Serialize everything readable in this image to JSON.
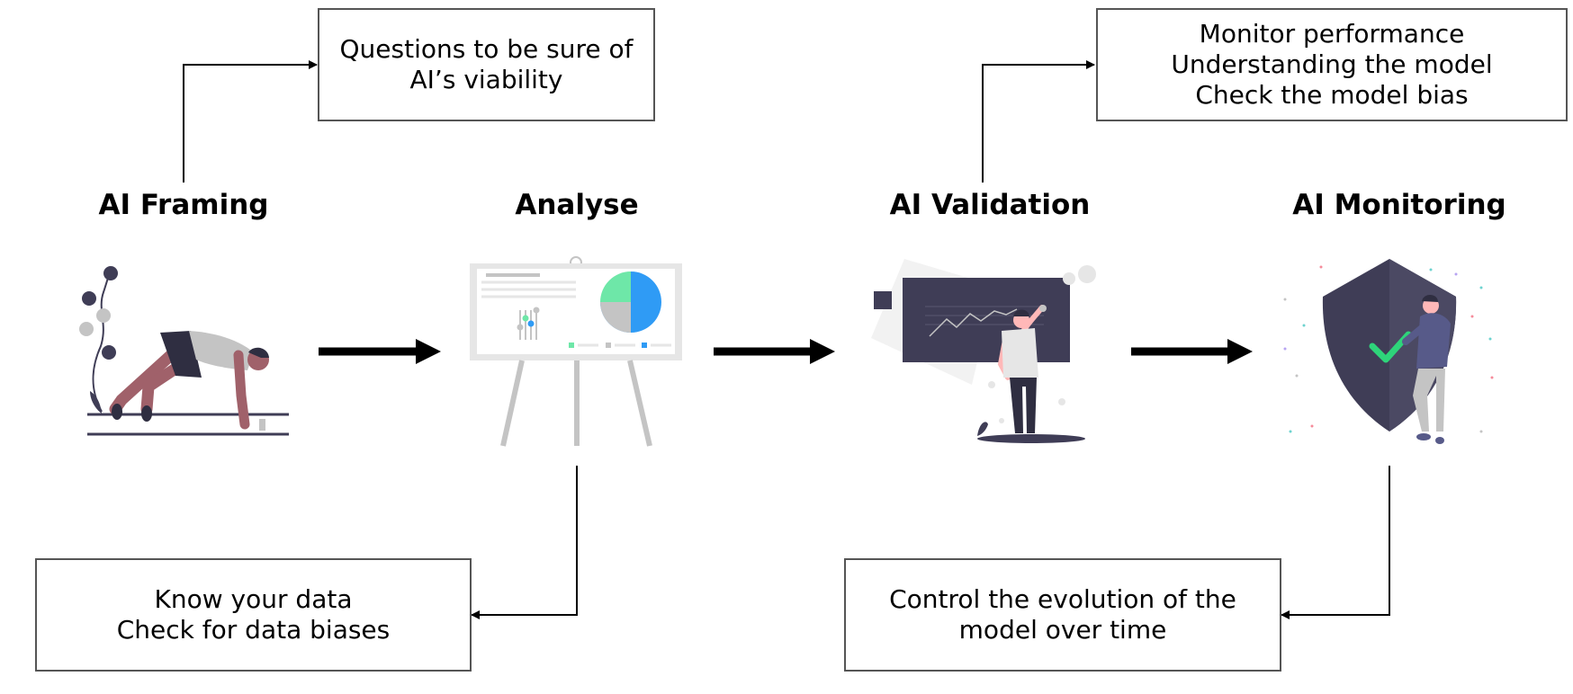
{
  "stages": [
    {
      "title": "AI Framing",
      "illustration": "person-starting-race-icon"
    },
    {
      "title": "Analyse",
      "illustration": "presentation-easel-icon"
    },
    {
      "title": "AI Validation",
      "illustration": "person-at-chalkboard-icon"
    },
    {
      "title": "AI Monitoring",
      "illustration": "security-shield-icon"
    }
  ],
  "notes": {
    "framing": [
      "Questions to be sure of",
      "AI’s viability"
    ],
    "analyse": [
      "Know your data",
      "Check for data biases"
    ],
    "validation": [
      "Monitor performance",
      "Understanding the model",
      "Check the model bias"
    ],
    "monitoring": [
      "Control the evolution of the",
      "model over time"
    ]
  },
  "colors": {
    "dark": "#3f3d56",
    "skin": "#a0616a",
    "grey": "#c4c4c4",
    "green": "#6ee7a8",
    "blue": "#2f9bf5",
    "check": "#2ed47a",
    "jacket": "#575a89"
  }
}
